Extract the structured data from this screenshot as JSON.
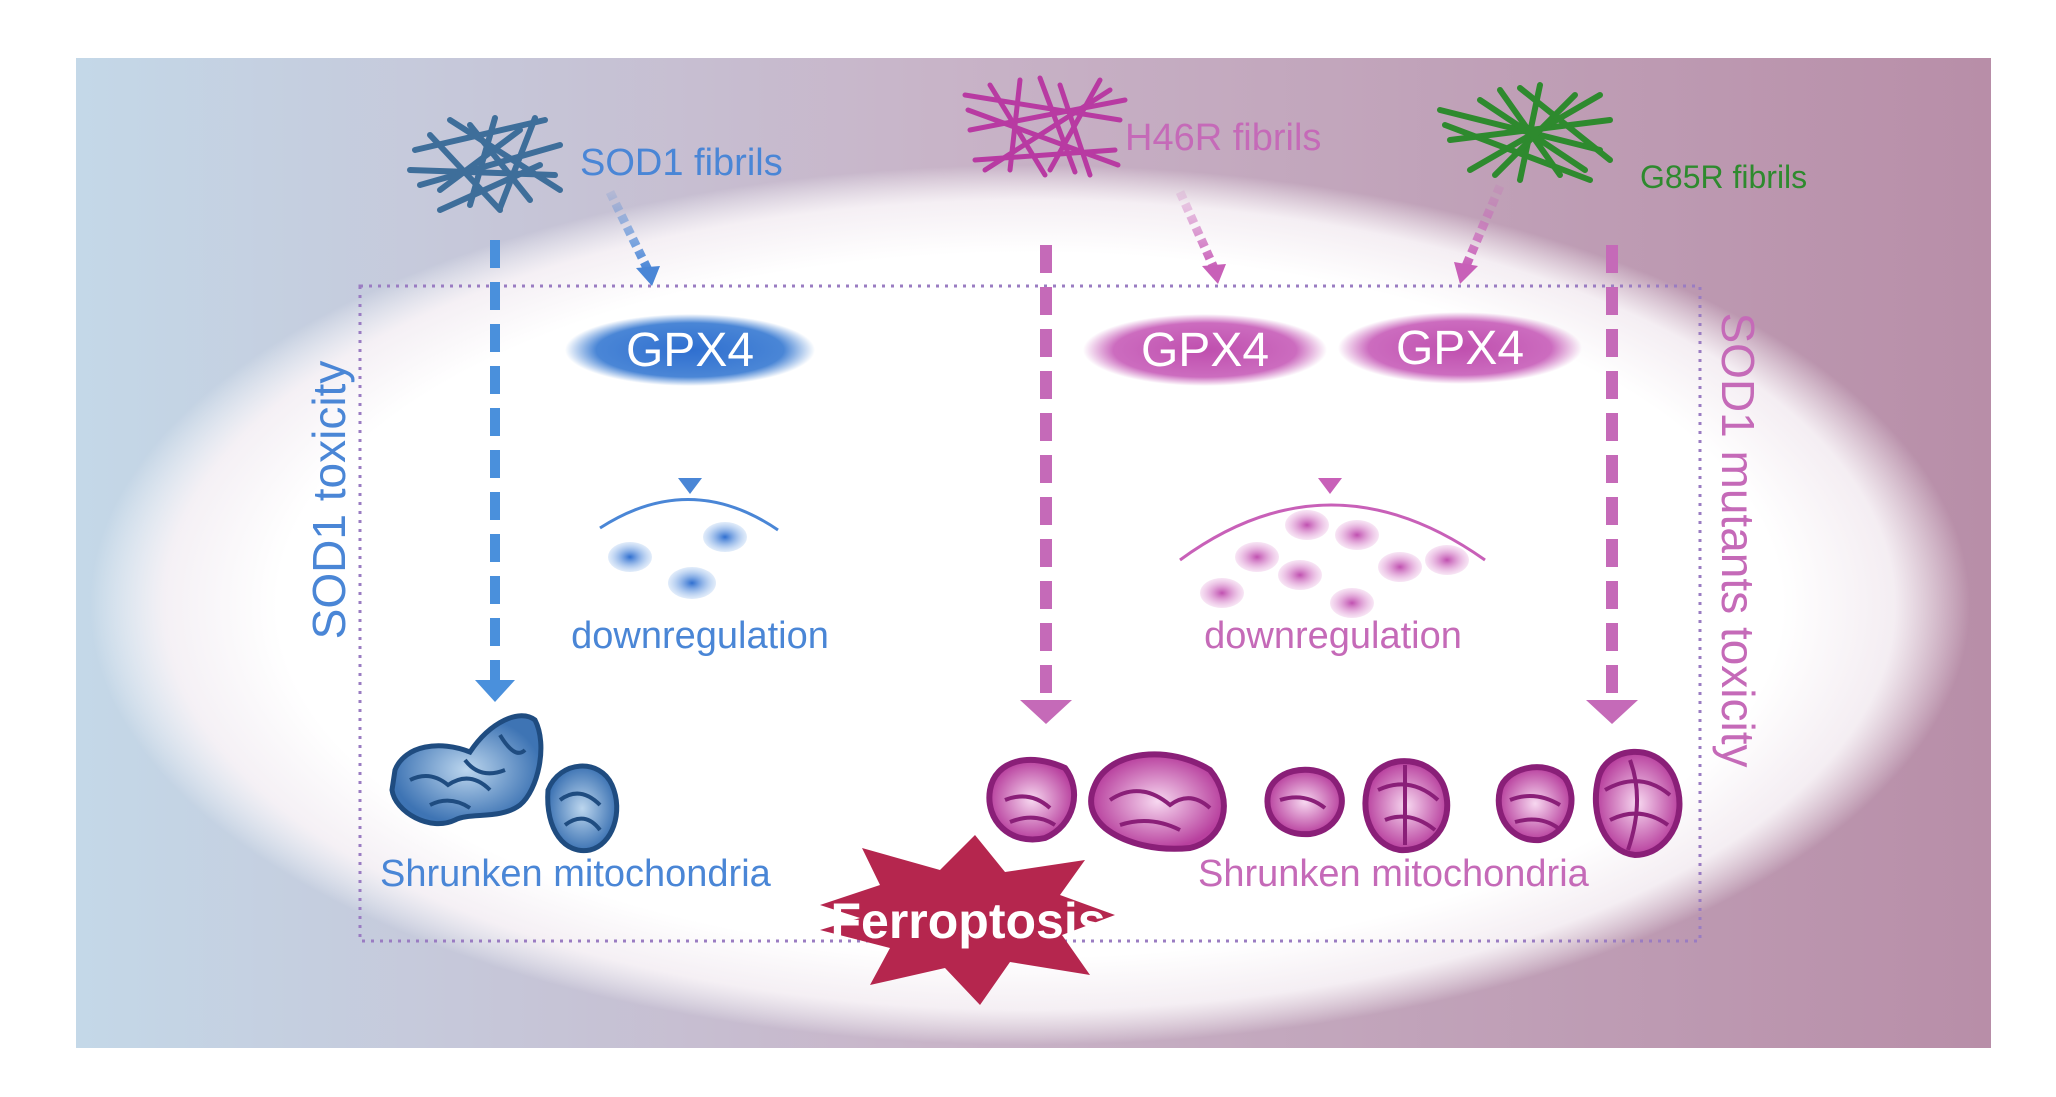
{
  "fibrils": {
    "sod1": "SOD1 fibrils",
    "h46r": "H46R fibrils",
    "g85r": "G85R fibrils"
  },
  "gpx4": {
    "left": "GPX4",
    "middle": "GPX4",
    "right": "GPX4"
  },
  "downregulation": {
    "left": "downregulation",
    "right": "downregulation"
  },
  "mitochondria": {
    "left": "Shrunken mitochondria",
    "right": "Shrunken mitochondria"
  },
  "side_labels": {
    "left": "SOD1 toxicity",
    "right": "SOD1 mutants toxicity"
  },
  "outcome": "Ferroptosis",
  "colors": {
    "blue": "#4a86d6",
    "pink": "#c860b8",
    "green": "#2e8a2e",
    "crimson": "#b5264e"
  }
}
